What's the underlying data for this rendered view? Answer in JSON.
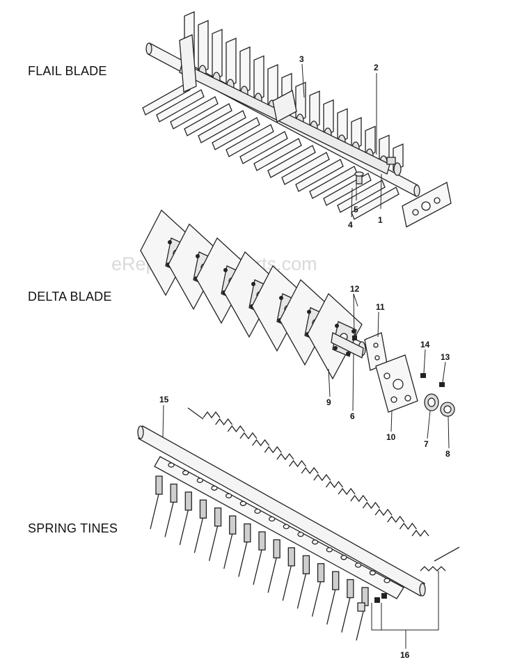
{
  "sections": {
    "flail": "FLAIL BLADE",
    "delta": "DELTA BLADE",
    "spring": "SPRING TINES"
  },
  "watermark": "eReplacementParts.com",
  "callouts": {
    "n1": "1",
    "n2": "2",
    "n3": "3",
    "n4": "4",
    "n5": "5",
    "n6": "6",
    "n7": "7",
    "n8": "8",
    "n9": "9",
    "n10": "10",
    "n11": "11",
    "n12": "12",
    "n13": "13",
    "n14": "14",
    "n15": "15",
    "n16": "16"
  },
  "colors": {
    "line": "#222222",
    "fill_light": "#f4f4f4",
    "fill_mid": "#d9d9d9",
    "text": "#111111"
  }
}
